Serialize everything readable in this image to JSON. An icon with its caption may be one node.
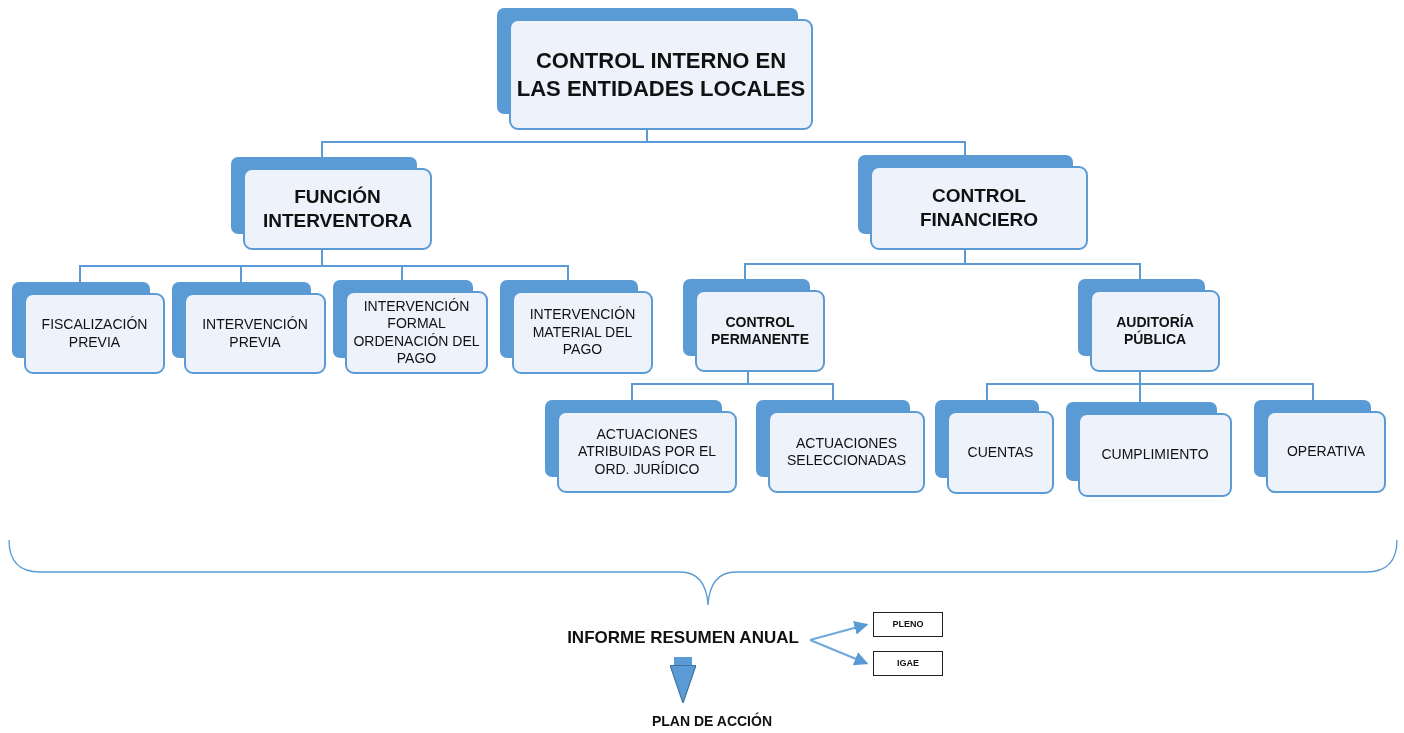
{
  "diagram": {
    "nodes": [
      {
        "text": [
          "CONTROL INTERNO EN LAS ENTIDADES LOCALES"
        ]
      },
      {
        "text": [
          "FUNCIÓN INTERVENTORA"
        ]
      },
      {
        "text": [
          "CONTROL FINANCIERO"
        ]
      },
      {
        "text": [
          "FISCALIZACIÓN PREVIA"
        ]
      },
      {
        "text": [
          "INTERVENCIÓN PREVIA"
        ]
      },
      {
        "text": [
          "INTERVENCIÓN FORMAL ORDENACIÓN DEL PAGO"
        ]
      },
      {
        "text": [
          "INTERVENCIÓN MATERIAL DEL PAGO"
        ]
      },
      {
        "text": [
          "CONTROL PERMANENTE"
        ]
      },
      {
        "text": [
          "AUDITORÍA PÚBLICA"
        ]
      },
      {
        "text": [
          "ACTUACIONES ATRIBUIDAS POR EL ORD. JURÍDICO"
        ]
      },
      {
        "text": [
          "ACTUACIONES SELECCIONADAS"
        ]
      },
      {
        "text": [
          "CUENTAS"
        ]
      },
      {
        "text": [
          "CUMPLIMIENTO"
        ]
      },
      {
        "text": [
          "OPERATIVA"
        ]
      },
      {
        "text": [
          "INFORME RESUMEN ANUAL"
        ]
      },
      {
        "text": [
          "PLENO"
        ]
      },
      {
        "text": [
          "IGAE"
        ]
      },
      {
        "text": [
          "PLAN DE ACCIÓN"
        ]
      }
    ],
    "edges": [
      {
        "from": 0,
        "to": 1,
        "arrow": "none"
      },
      {
        "from": 0,
        "to": 2,
        "arrow": "none"
      },
      {
        "from": 1,
        "to": 3,
        "arrow": "none"
      },
      {
        "from": 1,
        "to": 4,
        "arrow": "none"
      },
      {
        "from": 1,
        "to": 5,
        "arrow": "none"
      },
      {
        "from": 1,
        "to": 6,
        "arrow": "none"
      },
      {
        "from": 2,
        "to": 7,
        "arrow": "none"
      },
      {
        "from": 2,
        "to": 8,
        "arrow": "none"
      },
      {
        "from": 7,
        "to": 9,
        "arrow": "none"
      },
      {
        "from": 7,
        "to": 10,
        "arrow": "none"
      },
      {
        "from": 8,
        "to": 11,
        "arrow": "none"
      },
      {
        "from": 8,
        "to": 12,
        "arrow": "none"
      },
      {
        "from": 8,
        "to": 13,
        "arrow": "none"
      },
      {
        "from": 14,
        "to": 15,
        "arrow": "to"
      },
      {
        "from": 14,
        "to": 16,
        "arrow": "to"
      },
      {
        "from": 14,
        "to": 17,
        "arrow": "to",
        "style": "thick"
      }
    ]
  }
}
